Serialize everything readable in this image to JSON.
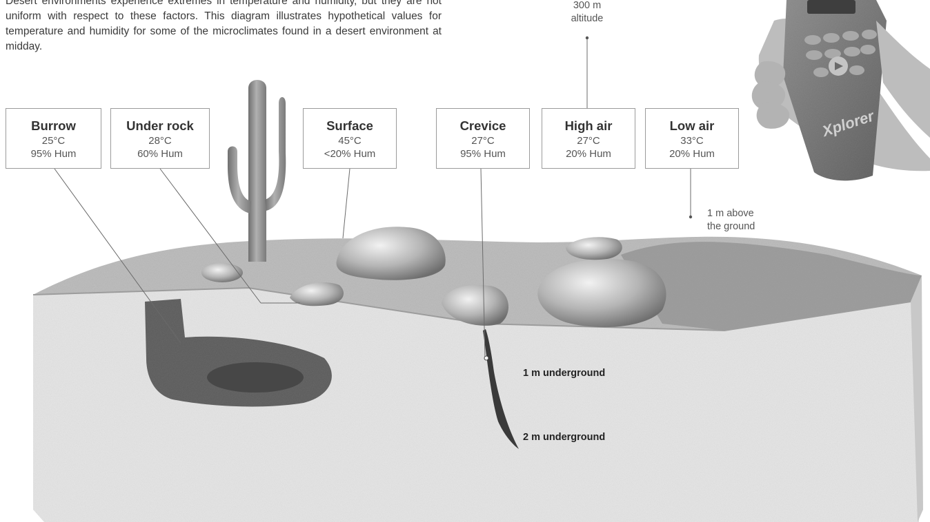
{
  "intro_text": "Desert environments experience extremes in temperature and humidity, but they are not uniform with respect to these factors. This diagram illustrates hypothetical values for temperature and humidity for some of the microclimates found in a desert environment at midday.",
  "microclimates": [
    {
      "name": "Burrow",
      "temperature": "25°C",
      "humidity": "95% Hum"
    },
    {
      "name": "Under rock",
      "temperature": "28°C",
      "humidity": "60% Hum"
    },
    {
      "name": "Surface",
      "temperature": "45°C",
      "humidity": "<20% Hum"
    },
    {
      "name": "Crevice",
      "temperature": "27°C",
      "humidity": "95% Hum"
    },
    {
      "name": "High air",
      "temperature": "27°C",
      "humidity": "20% Hum"
    },
    {
      "name": "Low air",
      "temperature": "33°C",
      "humidity": "20% Hum"
    }
  ],
  "altitude_note": {
    "line1": "300 m",
    "line2": "altitude"
  },
  "ground_note": {
    "line1": "1 m above",
    "line2": "the ground"
  },
  "depth_labels": {
    "one_m": "1 m underground",
    "two_m": "2 m underground"
  },
  "device_brand": "Xplorer",
  "colors": {
    "sand": "#c9c9c9",
    "soil_side": "#e2e2e2",
    "rock": "#a9a9a9",
    "cactus": "#8d8d8d",
    "line": "#6a6a6a"
  }
}
